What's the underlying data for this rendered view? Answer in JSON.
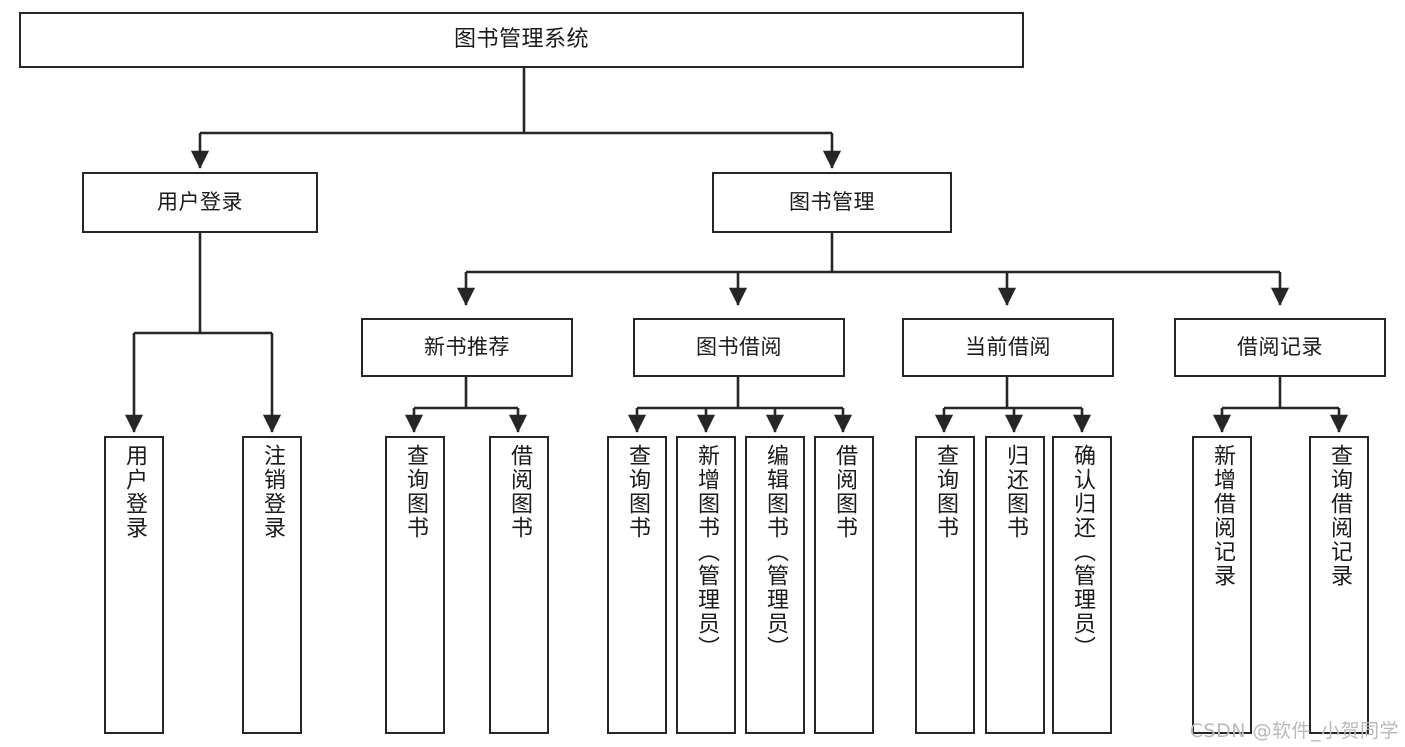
{
  "diagram": {
    "title": "图书管理系统",
    "type": "tree",
    "watermark": "CSDN @软件_小贺同学",
    "stroke_color": "#262626",
    "fill_color": "#ffffff",
    "text_color": "#1a1a1a",
    "watermark_color": "#b9b9b9"
  },
  "nodes": {
    "root": {
      "label": "图书管理系统"
    },
    "level1": [
      {
        "label": "用户登录"
      },
      {
        "label": "图书管理"
      }
    ],
    "level2": [
      {
        "label": "新书推荐"
      },
      {
        "label": "图书借阅"
      },
      {
        "label": "当前借阅"
      },
      {
        "label": "借阅记录"
      }
    ],
    "leaves": {
      "user_login": [
        {
          "label": "用户登录"
        },
        {
          "label": "注销登录"
        }
      ],
      "new_book_recommend": [
        {
          "label": "查询图书"
        },
        {
          "label": "借阅图书"
        }
      ],
      "book_borrow": [
        {
          "label": "查询图书"
        },
        {
          "label": "新增图书（管理员）"
        },
        {
          "label": "编辑图书（管理员）"
        },
        {
          "label": "借阅图书"
        }
      ],
      "current_borrow": [
        {
          "label": "查询图书"
        },
        {
          "label": "归还图书"
        },
        {
          "label": "确认归还（管理员）"
        }
      ],
      "borrow_record": [
        {
          "label": "新增借阅记录"
        },
        {
          "label": "查询借阅记录"
        }
      ]
    }
  }
}
